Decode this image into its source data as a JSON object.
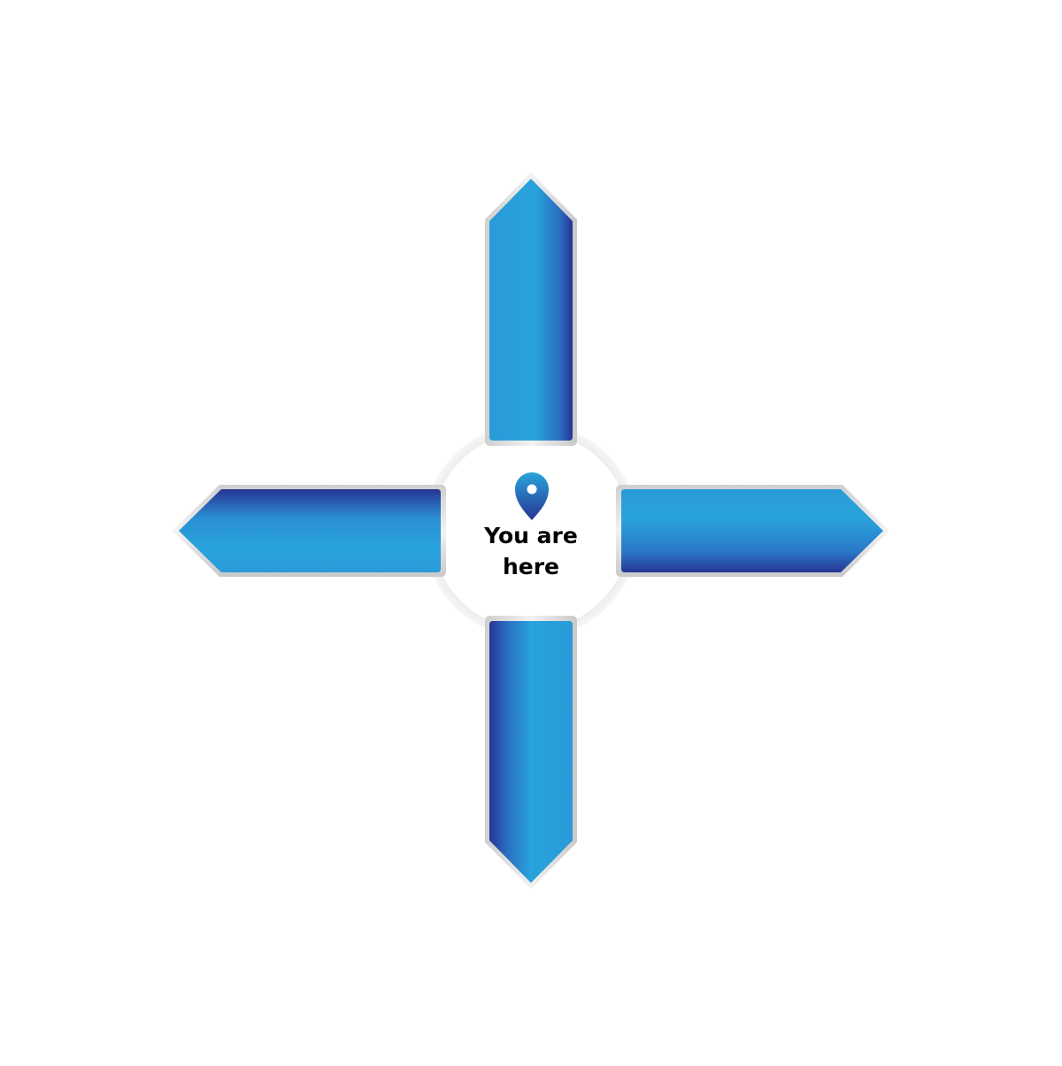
{
  "hub": {
    "label_line1": "You are",
    "label_line2": "here",
    "icon": "location-pin-icon"
  },
  "arrows": [
    {
      "direction": "up",
      "label": ""
    },
    {
      "direction": "right",
      "label": ""
    },
    {
      "direction": "down",
      "label": ""
    },
    {
      "direction": "left",
      "label": ""
    }
  ],
  "colors": {
    "background": "#ffffff",
    "arrow_light": "#29a3dc",
    "arrow_mid": "#2a8fd4",
    "arrow_dark": "#283593",
    "frame": "#d9d9d9",
    "frame_highlight": "#f4f4f4",
    "hub_fill": "#ffffff",
    "text": "#000000"
  }
}
